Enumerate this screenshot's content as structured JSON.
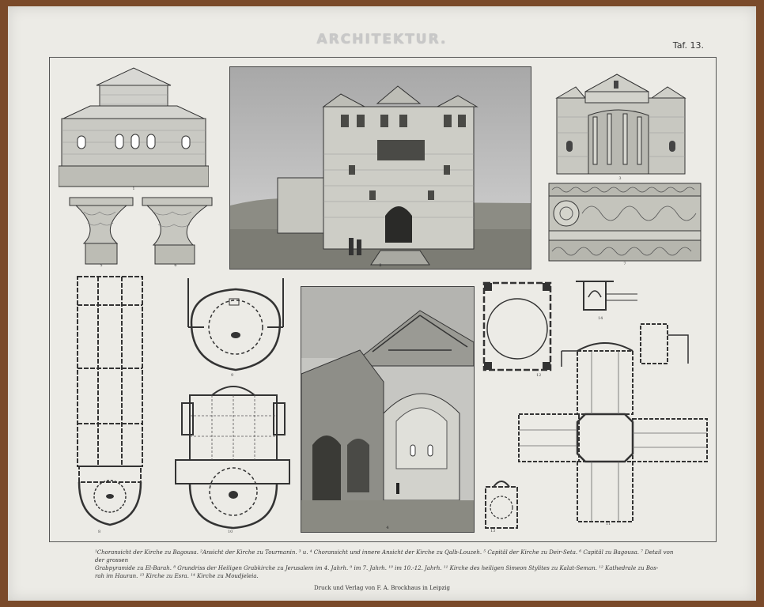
{
  "plate": {
    "title": "ARCHITEKTUR.",
    "number": "Taf. 13."
  },
  "figure_numbers": {
    "f1": "1",
    "f2": "2",
    "f3": "3",
    "f5": "5",
    "f6": "6",
    "f7": "7",
    "f8": "8",
    "f9": "9",
    "f10": "10",
    "f4": "4",
    "f11": "11",
    "f12": "12",
    "f13": "13",
    "f14": "14"
  },
  "caption": {
    "line1": "¹Choransicht der Kirche zu Bagousa. ²Ansicht der Kirche zu Tourmanin. ³ u. ⁴ Choransicht und innere Ansicht der Kirche zu Qalb-Louzeh. ⁵ Capitäl der Kirche zu Deir-Seta. ⁶ Capitäl zu Bagousa. ⁷ Detail von der grossen",
    "line2": "Grabpyramide zu El-Barah. ⁸ Grundriss der Heiligen Grabkirche zu Jerusalem im 4. Jahrh. ⁹ im 7. Jahrh. ¹⁰ im 10.-12. Jahrh. ¹¹ Kirche des heiligen Simeon Stylites zu Kalat-Seman. ¹² Kathedrale zu Bos-",
    "line3": "rah im Hauran. ¹³ Kirche zu Esra. ¹⁴ Kirche zu Moudjeleia."
  },
  "imprint": "Druck und Verlag von F. A. Brockhaus in Leipzig"
}
